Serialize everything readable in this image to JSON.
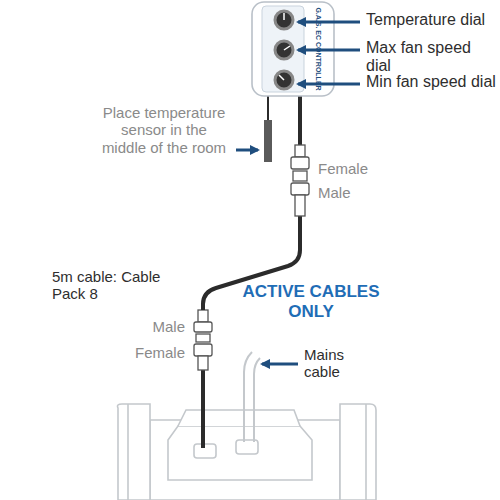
{
  "diagram": {
    "labels": [
      "Temperature dial",
      "Max fan speed dial",
      "Min fan speed dial",
      "Place temperature sensor in the middle of the room",
      "Female",
      "Male",
      "5m cable: Cable Pack 8",
      "Male",
      "Female",
      "ACTIVE CABLES ONLY",
      "Mains cable",
      "G.A.S. EC CONTROLLER"
    ]
  }
}
